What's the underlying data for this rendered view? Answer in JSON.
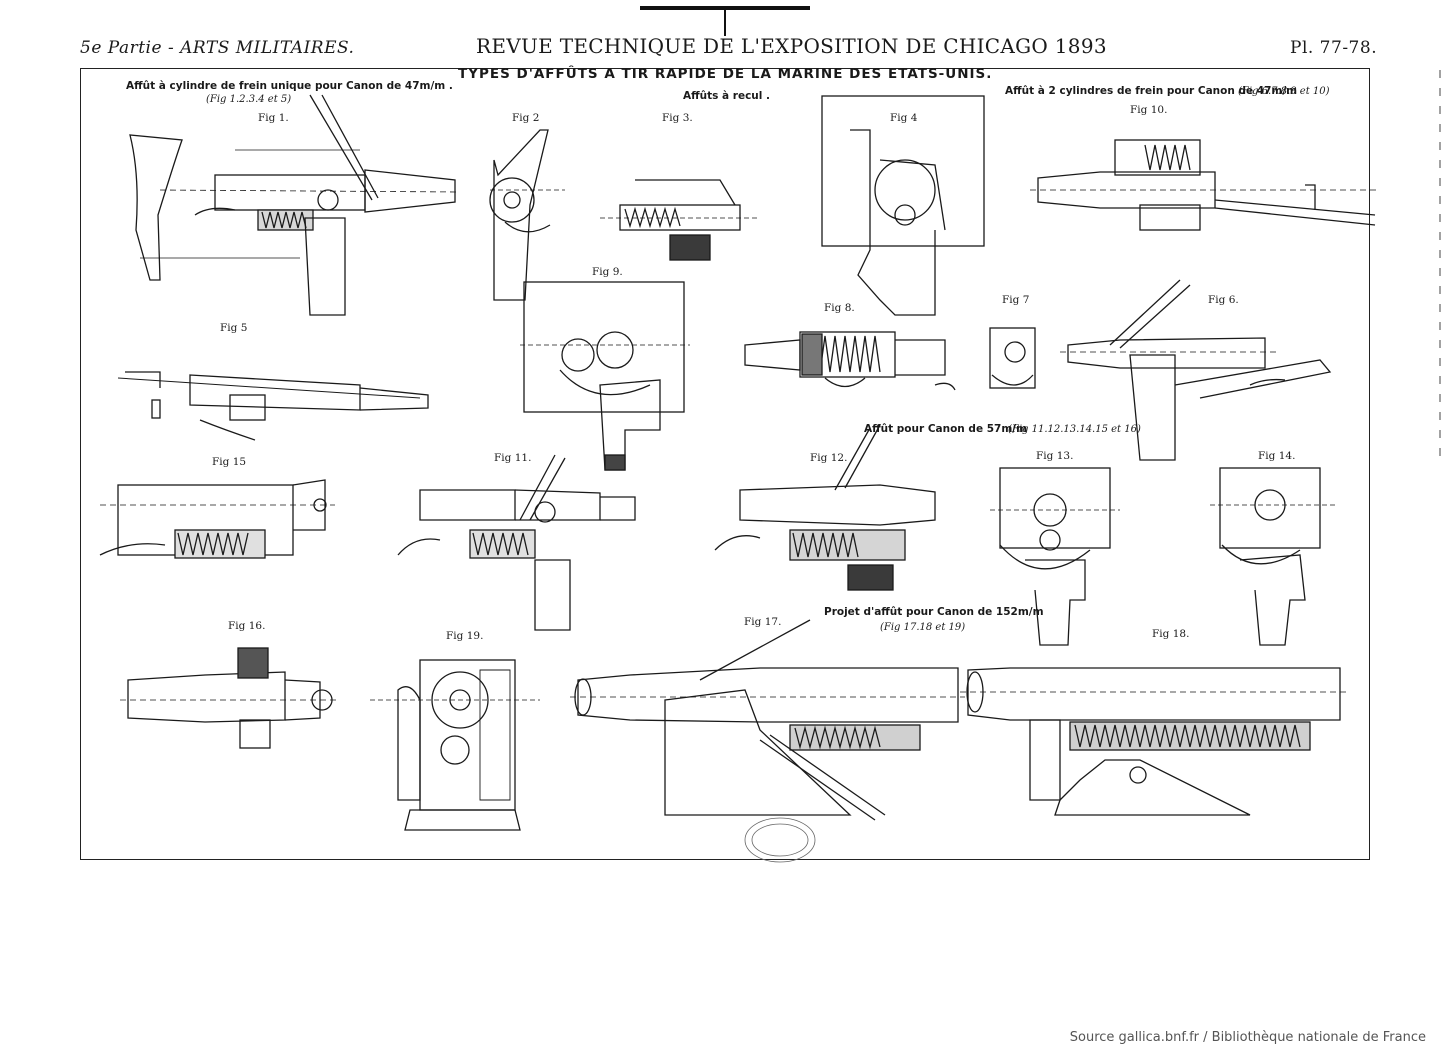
{
  "header": {
    "left": "5e Partie - ARTS MILITAIRES.",
    "center": "REVUE TECHNIQUE DE L'EXPOSITION DE CHICAGO 1893",
    "right": "Pl. 77-78."
  },
  "plate": {
    "title": "TYPES D'AFFÛTS A TIR RAPIDE DE LA MARINE DES ETATS-UNIS.",
    "subtitle": "Affûts à recul .",
    "captions": {
      "single_cylinder": "Affût à cylindre de frein unique pour Canon de 47m/m .",
      "single_cylinder_figs": "(Fig 1.2.3.4 et 5)",
      "two_cylinders": "Affût à 2 cylindres de frein pour Canon de 47m/m",
      "two_cylinders_figs": "(Fig 6.7.8.9 et 10)",
      "canon_57": "Affût pour Canon de 57m/m",
      "canon_57_figs": "(Fig 11.12.13.14.15 et 16)",
      "projet_152": "Projet d'affût pour Canon de 152m/m",
      "projet_152_figs": "(Fig 17.18 et 19)"
    },
    "figures": [
      "Fig 1.",
      "Fig 2",
      "Fig 3.",
      "Fig 4",
      "Fig 5",
      "Fig 6.",
      "Fig 7",
      "Fig 8.",
      "Fig 9.",
      "Fig 10.",
      "Fig 11.",
      "Fig 12.",
      "Fig 13.",
      "Fig 14.",
      "Fig 15",
      "Fig 16.",
      "Fig 17.",
      "Fig 18.",
      "Fig 19."
    ]
  },
  "footer": {
    "source": "Source gallica.bnf.fr / Bibliothèque nationale de France"
  }
}
